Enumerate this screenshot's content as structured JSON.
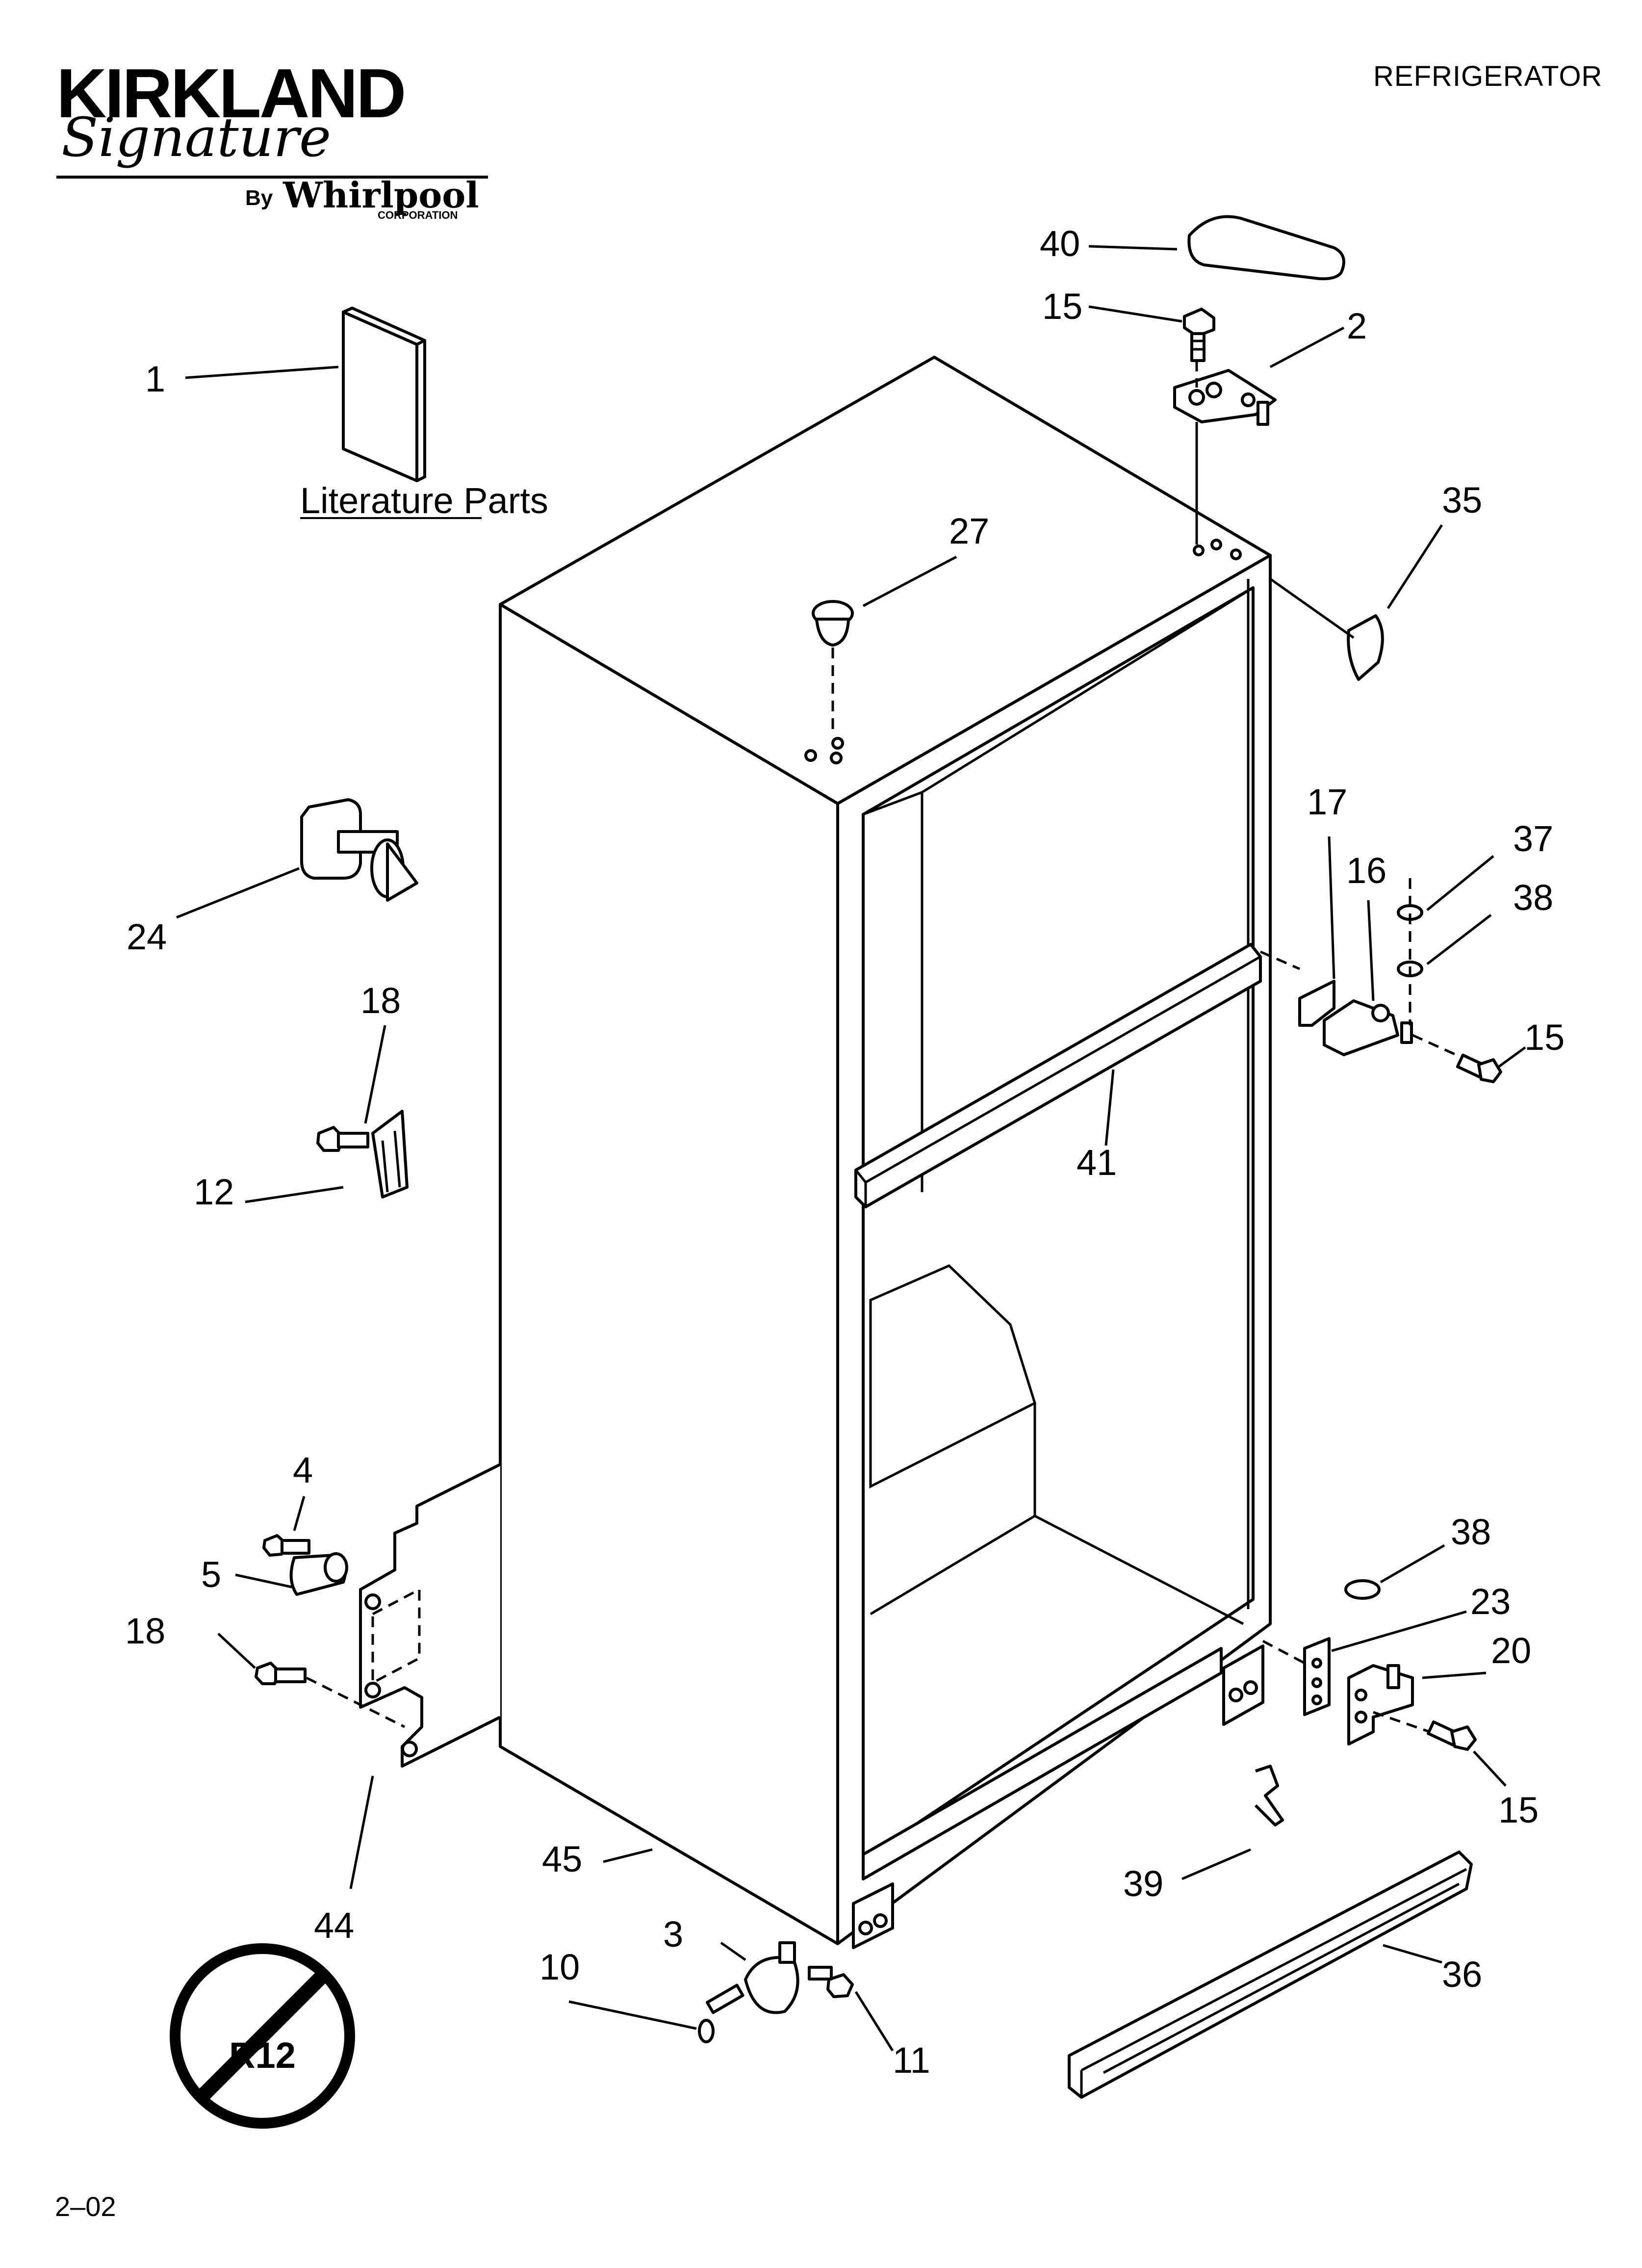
{
  "brand": {
    "name": "KIRKLAND",
    "script": "Signature",
    "by": "By",
    "maker": "Whirlpool",
    "maker_sub": "CORPORATION"
  },
  "header": {
    "title": "REFRIGERATOR"
  },
  "footer": {
    "date_code": "2–02"
  },
  "literature_label": "Literature Parts",
  "r12_badge": {
    "text": "R12",
    "meaning": "no-R12-prohibition-symbol"
  },
  "callouts": [
    {
      "id": "1",
      "name": "callout-1"
    },
    {
      "id": "2",
      "name": "callout-2"
    },
    {
      "id": "3",
      "name": "callout-3"
    },
    {
      "id": "4",
      "name": "callout-4"
    },
    {
      "id": "5",
      "name": "callout-5"
    },
    {
      "id": "10",
      "name": "callout-10"
    },
    {
      "id": "11",
      "name": "callout-11"
    },
    {
      "id": "12",
      "name": "callout-12"
    },
    {
      "id": "15",
      "name": "callout-15-top"
    },
    {
      "id": "15",
      "name": "callout-15-mid"
    },
    {
      "id": "15",
      "name": "callout-15-bottom"
    },
    {
      "id": "16",
      "name": "callout-16"
    },
    {
      "id": "17",
      "name": "callout-17"
    },
    {
      "id": "18",
      "name": "callout-18-upper"
    },
    {
      "id": "18",
      "name": "callout-18-lower"
    },
    {
      "id": "20",
      "name": "callout-20"
    },
    {
      "id": "23",
      "name": "callout-23"
    },
    {
      "id": "24",
      "name": "callout-24"
    },
    {
      "id": "27",
      "name": "callout-27"
    },
    {
      "id": "35",
      "name": "callout-35"
    },
    {
      "id": "36",
      "name": "callout-36"
    },
    {
      "id": "37",
      "name": "callout-37"
    },
    {
      "id": "38",
      "name": "callout-38-upper"
    },
    {
      "id": "38",
      "name": "callout-38-lower"
    },
    {
      "id": "39",
      "name": "callout-39"
    },
    {
      "id": "40",
      "name": "callout-40"
    },
    {
      "id": "41",
      "name": "callout-41"
    },
    {
      "id": "44",
      "name": "callout-44"
    },
    {
      "id": "45",
      "name": "callout-45"
    }
  ]
}
